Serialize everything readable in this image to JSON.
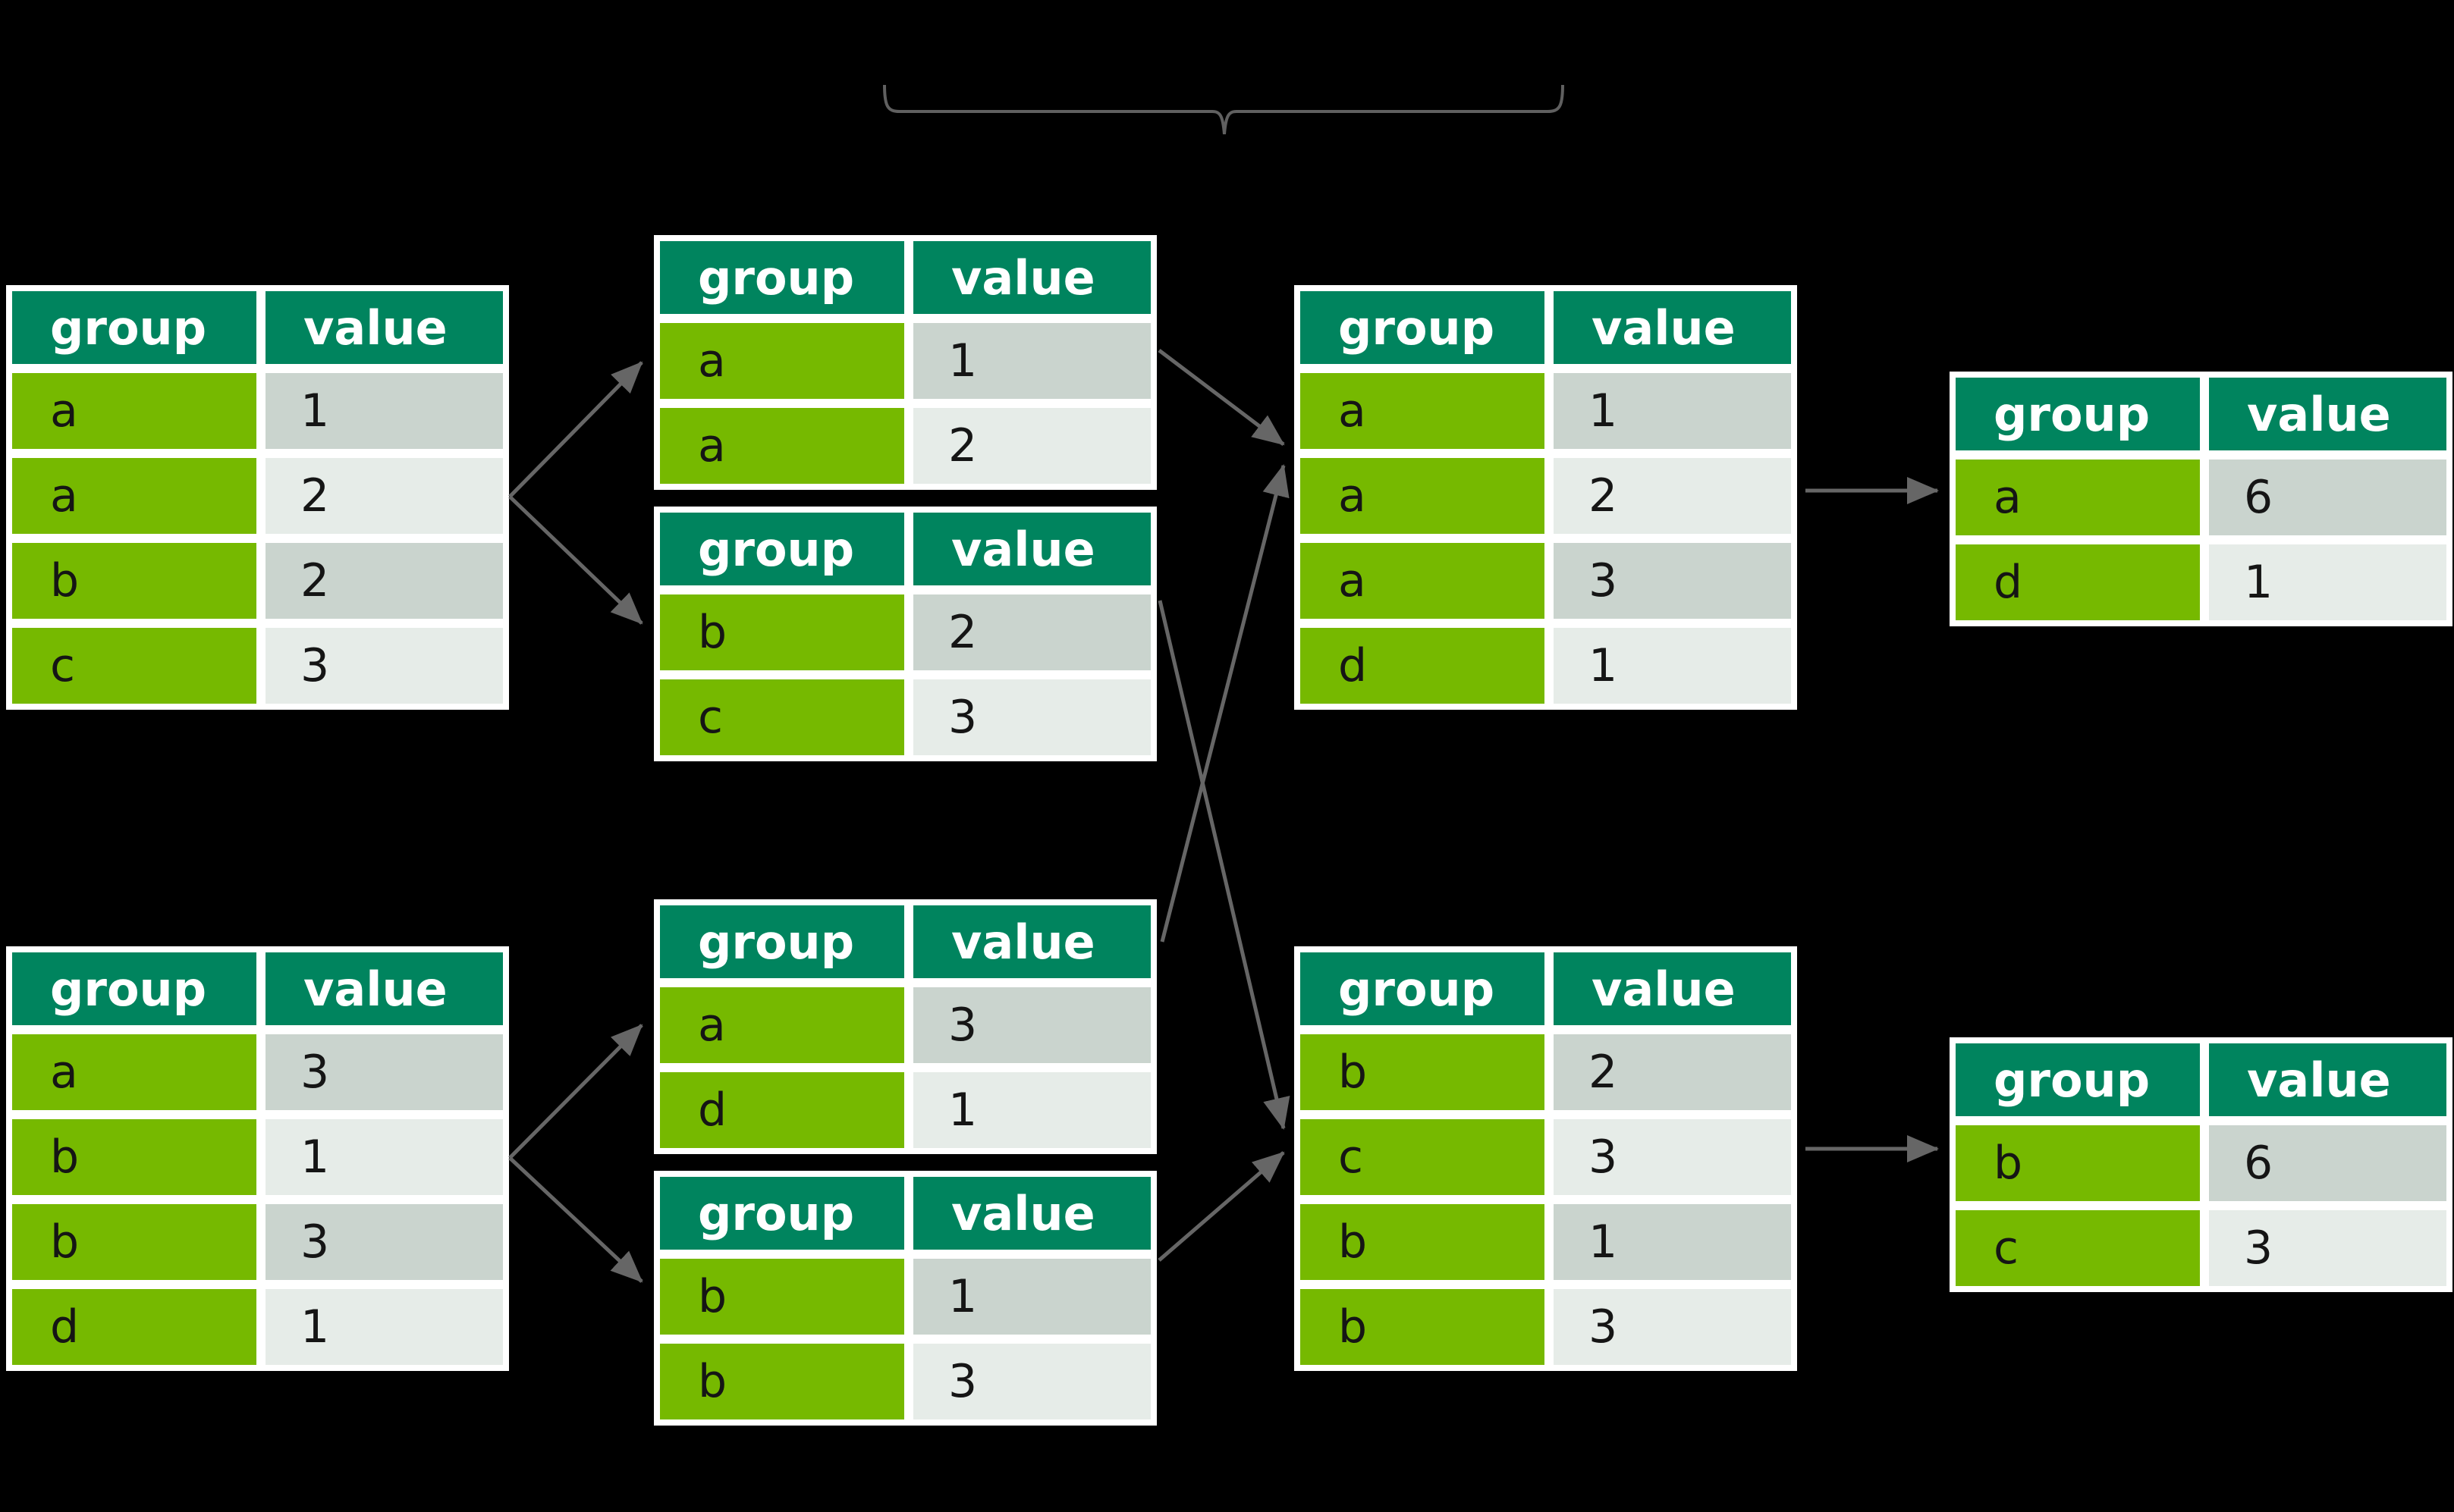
{
  "diagram": {
    "title": "distributed groupby sum shuffle diagram",
    "background": "#000000",
    "columns": [
      "group",
      "value"
    ],
    "colors": {
      "header_bg": "#00845E",
      "header_text": "#ffffff",
      "group_cell_bg": "#76B900",
      "value_cell_bg_odd": "#CAD4CE",
      "value_cell_bg_even": "#E6ECE8",
      "cell_text": "#151515",
      "table_border": "#ffffff",
      "arrow": "#666666",
      "brace": "#606060"
    },
    "tables": [
      {
        "id": "source-top",
        "rows": [
          {
            "group": "a",
            "value": "1"
          },
          {
            "group": "a",
            "value": "2"
          },
          {
            "group": "b",
            "value": "2"
          },
          {
            "group": "c",
            "value": "3"
          }
        ]
      },
      {
        "id": "split-top-1",
        "rows": [
          {
            "group": "a",
            "value": "1"
          },
          {
            "group": "a",
            "value": "2"
          }
        ]
      },
      {
        "id": "split-top-2",
        "rows": [
          {
            "group": "b",
            "value": "2"
          },
          {
            "group": "c",
            "value": "3"
          }
        ]
      },
      {
        "id": "shuffled-top",
        "rows": [
          {
            "group": "a",
            "value": "1"
          },
          {
            "group": "a",
            "value": "2"
          },
          {
            "group": "a",
            "value": "3"
          },
          {
            "group": "d",
            "value": "1"
          }
        ]
      },
      {
        "id": "result-top",
        "rows": [
          {
            "group": "a",
            "value": "6"
          },
          {
            "group": "d",
            "value": "1"
          }
        ]
      },
      {
        "id": "source-bottom",
        "rows": [
          {
            "group": "a",
            "value": "3"
          },
          {
            "group": "b",
            "value": "1"
          },
          {
            "group": "b",
            "value": "3"
          },
          {
            "group": "d",
            "value": "1"
          }
        ]
      },
      {
        "id": "split-bottom-1",
        "rows": [
          {
            "group": "a",
            "value": "3"
          },
          {
            "group": "d",
            "value": "1"
          }
        ]
      },
      {
        "id": "split-bottom-2",
        "rows": [
          {
            "group": "b",
            "value": "1"
          },
          {
            "group": "b",
            "value": "3"
          }
        ]
      },
      {
        "id": "shuffled-bottom",
        "rows": [
          {
            "group": "b",
            "value": "2"
          },
          {
            "group": "c",
            "value": "3"
          },
          {
            "group": "b",
            "value": "1"
          },
          {
            "group": "b",
            "value": "3"
          }
        ]
      },
      {
        "id": "result-bottom",
        "rows": [
          {
            "group": "b",
            "value": "6"
          },
          {
            "group": "c",
            "value": "3"
          }
        ]
      }
    ],
    "connections": [
      {
        "from": "source-top",
        "to": "split-top-1"
      },
      {
        "from": "source-top",
        "to": "split-top-2"
      },
      {
        "from": "source-bottom",
        "to": "split-bottom-1"
      },
      {
        "from": "source-bottom",
        "to": "split-bottom-2"
      },
      {
        "from": "split-top-1",
        "to": "shuffled-top"
      },
      {
        "from": "split-bottom-1",
        "to": "shuffled-top"
      },
      {
        "from": "split-top-2",
        "to": "shuffled-bottom"
      },
      {
        "from": "split-bottom-2",
        "to": "shuffled-bottom"
      },
      {
        "from": "shuffled-top",
        "to": "result-top"
      },
      {
        "from": "shuffled-bottom",
        "to": "result-bottom"
      }
    ],
    "annotations": {
      "underbrace": {
        "label": "",
        "color": "#606060"
      }
    }
  }
}
